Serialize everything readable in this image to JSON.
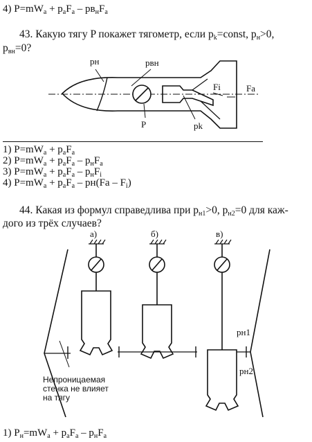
{
  "prev_option": {
    "prefix": "4) P=mW",
    "s1": "a",
    "m1": " + p",
    "s2": "a",
    "m2": "F",
    "s3": "a",
    "m3": " – pв",
    "s4": "н",
    "m4": "F",
    "s5": "a"
  },
  "q43": {
    "text_a": "43. Какую тягу P покажет тягометр, если p",
    "sub_k": "k",
    "text_b": "=const, p",
    "sub_n": "н",
    "text_c": ">0,",
    "line2_a": "p",
    "sub_vn": "вн",
    "line2_b": "=0?",
    "figure": {
      "label_pn": "pн",
      "label_pvn": "pвн",
      "label_Fi": "Fi",
      "label_Fa": "Fa",
      "label_P": "P",
      "label_pk": "pk"
    },
    "options": [
      {
        "id": "1)",
        "text": "1) P=mW",
        "tail": [
          [
            "a",
            " + p"
          ],
          [
            "a",
            "F"
          ],
          [
            "a",
            ""
          ]
        ]
      },
      {
        "id": "2)",
        "text": "2) P=mW",
        "tail": [
          [
            "a",
            " + p"
          ],
          [
            "a",
            "F"
          ],
          [
            "a",
            " – p"
          ],
          [
            "н",
            "F"
          ],
          [
            "a",
            ""
          ]
        ]
      },
      {
        "id": "3)",
        "text": "3) P=mW",
        "tail": [
          [
            "a",
            " + p"
          ],
          [
            "a",
            "F"
          ],
          [
            "a",
            " – p"
          ],
          [
            "н",
            "F"
          ],
          [
            "i",
            ""
          ]
        ]
      },
      {
        "id": "4)",
        "text": "4) P=mW",
        "tail": [
          [
            "a",
            " + p"
          ],
          [
            "a",
            "F"
          ],
          [
            "a",
            " – pн(Fa – F"
          ],
          [
            "i",
            ")"
          ]
        ]
      }
    ]
  },
  "q44": {
    "line1_a": "44. Какая из формул справедлива при p",
    "sub_n1": "н1",
    "line1_b": ">0, p",
    "sub_n2": "н2",
    "line1_c": "=0 для каж-",
    "line2": "дого из трёх случаев?",
    "figure": {
      "label_a": "а)",
      "label_b": "б)",
      "label_v": "в)",
      "label_pn1": "pн1",
      "label_pn2": "pн2",
      "note_line1": "Непроницаемая",
      "note_line2": "стенка не влияет",
      "note_line3": "на тягу"
    }
  },
  "bottom_option": {
    "prefix": "1) P",
    "s1": "н",
    "m1": "=mW",
    "s2": "a",
    "m2": " + p",
    "s3": "a",
    "m3": "F",
    "s4": "a",
    "m4": " – p",
    "s5": "н",
    "m5": "F",
    "s6": "a"
  }
}
